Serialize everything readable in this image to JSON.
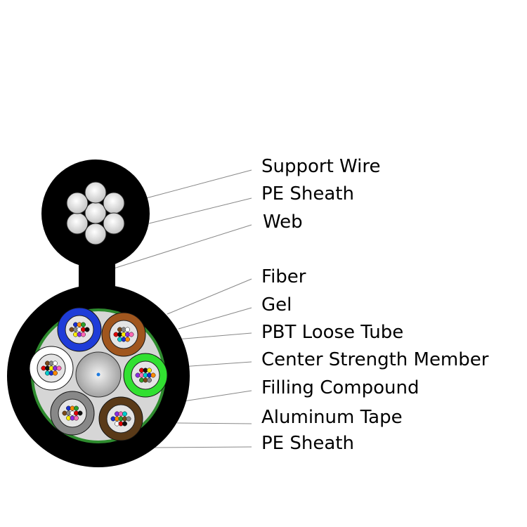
{
  "labels": [
    "Support Wire",
    "PE Sheath",
    "Web",
    "Fiber",
    "Gel",
    "PBT Loose Tube",
    "Center Strength Member",
    "Filling Compound",
    "Aluminum Tape",
    "PE Sheath"
  ],
  "colors": {
    "sheath": "#000000",
    "aluminum_tape": "#2e8b2e",
    "filling_compound": "#d6d6d6",
    "steel_wire": "#c4c4c4",
    "leader_line": "#888888",
    "tube_colors": [
      "#1e3cd8",
      "#a0561e",
      "#31e031",
      "#5a3a18",
      "#888888",
      "#ffffff"
    ],
    "fiber_colors": [
      "#1a2fd0",
      "#ff8a00",
      "#2ca02c",
      "#7a4a1a",
      "#888888",
      "#ffffff",
      "#e00000",
      "#111111",
      "#ffee00",
      "#8a2be2",
      "#ff69b4",
      "#00cccc"
    ]
  }
}
